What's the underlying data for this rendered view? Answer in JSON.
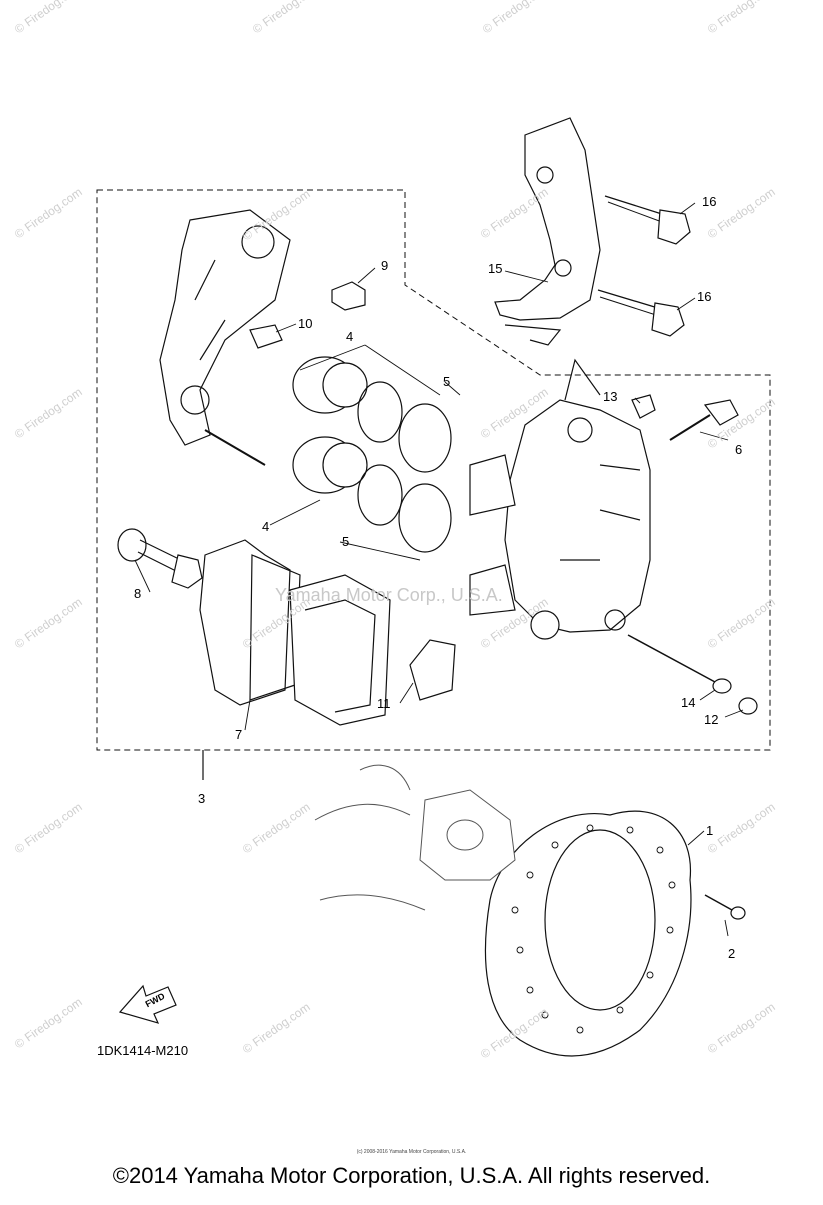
{
  "diagram": {
    "callouts": [
      "1",
      "2",
      "3",
      "4",
      "5",
      "6",
      "7",
      "8",
      "9",
      "10",
      "11",
      "12",
      "13",
      "14",
      "15",
      "16"
    ],
    "diagram_code": "1DK1414-M210",
    "fwd_label": "FWD",
    "watermark_center": "Yamaha Motor Corp., U.S.A.",
    "watermark_small": "© Firedog.com",
    "micro_text": "(c) 2008-2016 Yamaha Motor Corporation, U.S.A.",
    "copyright": "©2014 Yamaha Motor Corporation, U.S.A. All rights reserved."
  }
}
